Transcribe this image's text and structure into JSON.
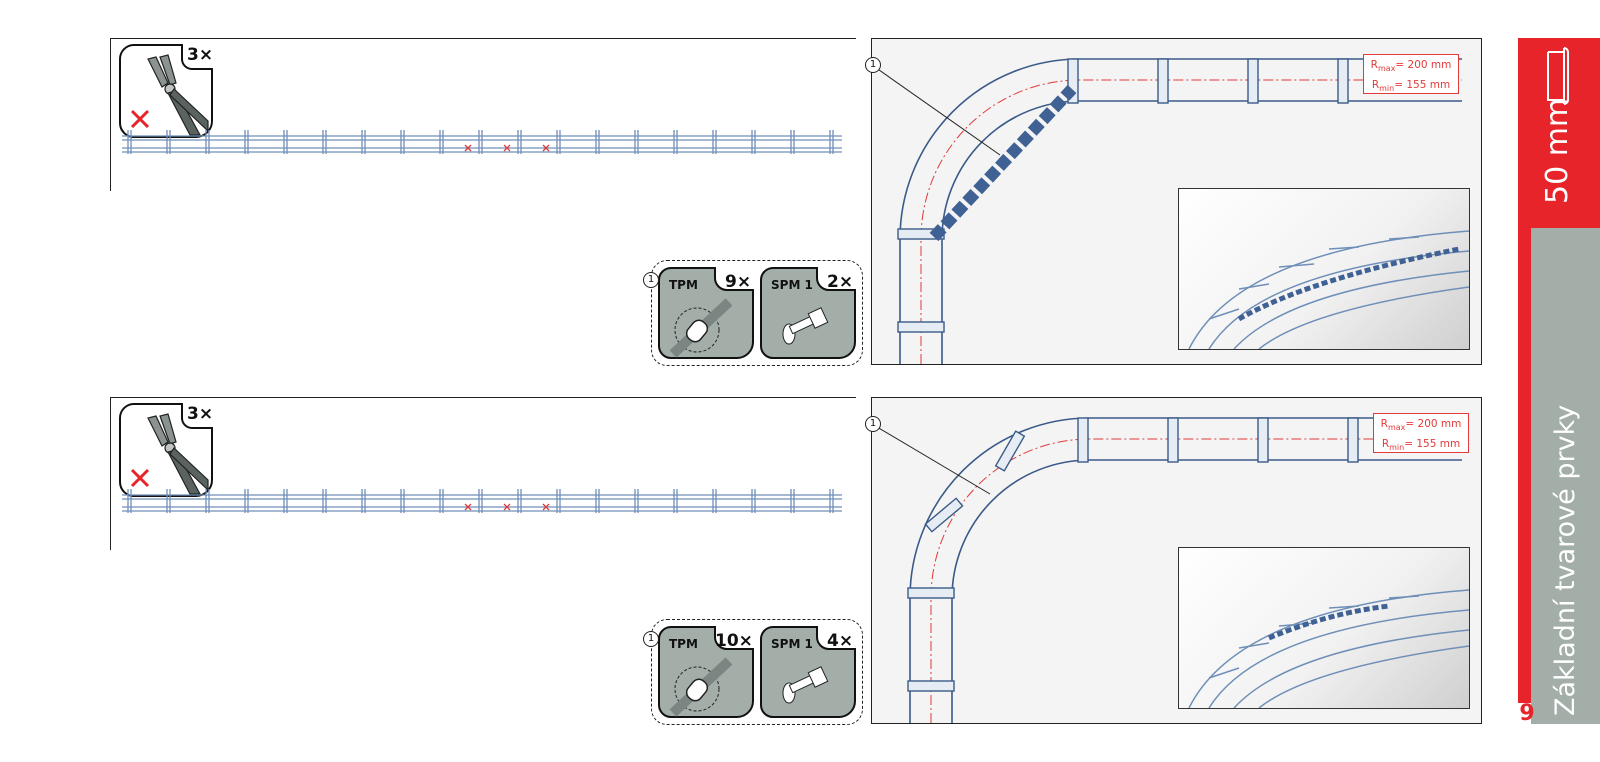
{
  "sections": [
    {
      "tool_count": "3×",
      "callout_number": "1",
      "parts": [
        {
          "code": "TPM",
          "qty": "9×"
        },
        {
          "code": "SPM 1",
          "qty": "2×"
        }
      ],
      "radius": {
        "max": "= 200 mm",
        "min": "= 155 mm"
      }
    },
    {
      "tool_count": "3×",
      "callout_number": "1",
      "parts": [
        {
          "code": "TPM",
          "qty": "10×"
        },
        {
          "code": "SPM 1",
          "qty": "4×"
        }
      ],
      "radius": {
        "max": "= 200 mm",
        "min": "= 155 mm"
      }
    }
  ],
  "radius_labels": {
    "max_prefix": "R",
    "max_sub": "max",
    "min_prefix": "R",
    "min_sub": "min"
  },
  "sidebar": {
    "size_label": "50 mm",
    "category_label": "Základní tvarové prvky",
    "page_number": "9"
  },
  "colors": {
    "accent_red": "#e8242b",
    "sidebar_gray": "#a3aea9",
    "tray_blue": "#6f8fb8",
    "radius_red": "#e23a3a"
  },
  "icons": [
    "bolt-cutter-icon",
    "cut-cross-icon",
    "tray-connector-icon",
    "bolt-icon",
    "cable-tray-icon"
  ]
}
